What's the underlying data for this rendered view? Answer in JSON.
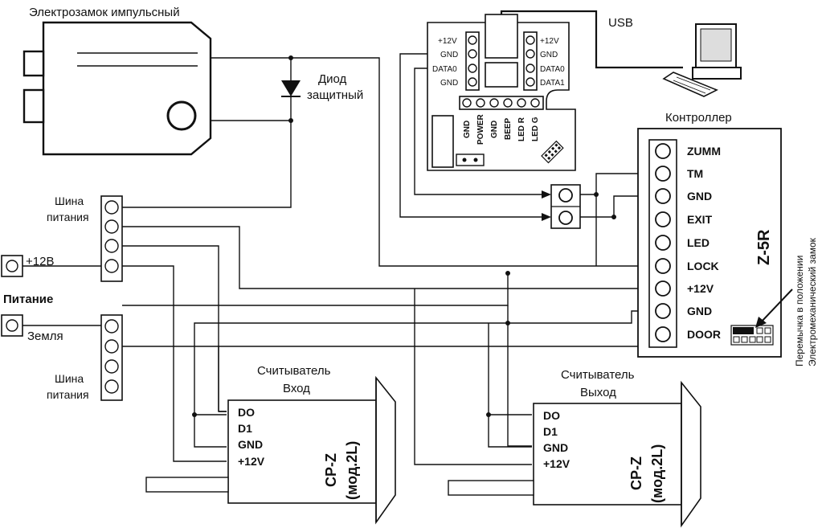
{
  "lock": {
    "title": "Электрозамок импульсный"
  },
  "diode": {
    "line1": "Диод",
    "line2": "защитный"
  },
  "usb": {
    "label": "USB"
  },
  "adapter": {
    "left_pins": [
      "+12V",
      "GND",
      "DATA0",
      "GND"
    ],
    "right_pins": [
      "+12V",
      "GND",
      "DATA0",
      "DATA1"
    ],
    "bottom_pins": [
      "GND",
      "POWER",
      "GND",
      "BEEP",
      "LED R",
      "LED G"
    ]
  },
  "controller": {
    "title": "Контроллер",
    "model": "Z-5R",
    "pins": [
      "ZUMM",
      "TM",
      "GND",
      "EXIT",
      "LED",
      "LOCK",
      "+12V",
      "GND",
      "DOOR"
    ],
    "jumper_line1": "Перемычка в положении",
    "jumper_line2": "Электромеханический замок"
  },
  "bus_top": {
    "line1": "Шина",
    "line2": "питания"
  },
  "bus_bottom": {
    "line1": "Шина",
    "line2": "питания"
  },
  "power": {
    "title": "Питание",
    "plus": "+12В",
    "ground": "Земля"
  },
  "reader_in": {
    "title1": "Считыватель",
    "title2": "Вход",
    "pins": [
      "DO",
      "D1",
      "GND",
      "+12V"
    ],
    "model1": "CP-Z",
    "model2": "(мод.2L)"
  },
  "reader_out": {
    "title1": "Считыватель",
    "title2": "Выход",
    "pins": [
      "DO",
      "D1",
      "GND",
      "+12V"
    ],
    "model1": "CP-Z",
    "model2": "(мод.2L)"
  }
}
